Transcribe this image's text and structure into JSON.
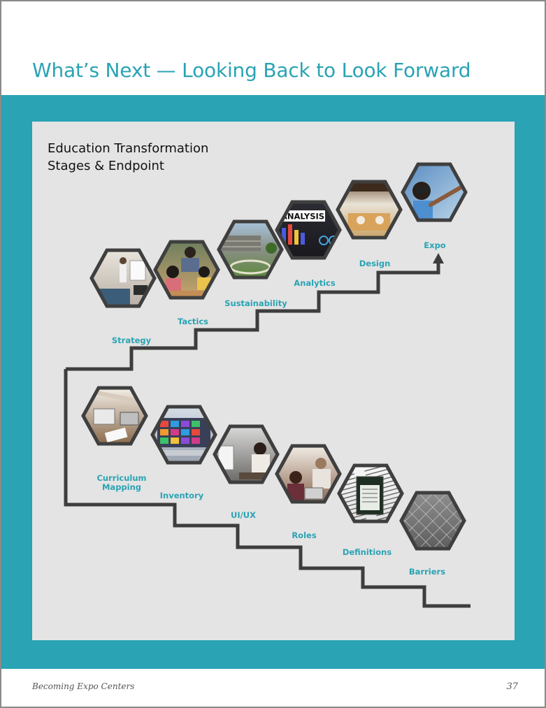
{
  "page": {
    "title": "What’s Next  — Looking Back to Look Forward",
    "footer_text": "Becoming Expo Centers",
    "page_number": "37"
  },
  "diagram": {
    "heading_line1": "Education Transformation",
    "heading_line2": "Stages & Endpoint",
    "upper_stages": [
      {
        "label": "Strategy",
        "icon": "strategy-meeting-photo"
      },
      {
        "label": "Tactics",
        "icon": "teacher-children-photo"
      },
      {
        "label": "Sustainability",
        "icon": "campus-building-photo"
      },
      {
        "label": "Analytics",
        "icon": "analysis-dashboard-photo"
      },
      {
        "label": "Design",
        "icon": "learning-space-photo"
      },
      {
        "label": "Expo",
        "icon": "vr-headset-child-photo"
      }
    ],
    "lower_stages": [
      {
        "label_line1": "Curriculum",
        "label_line2": "Mapping",
        "icon": "curriculum-desk-photo"
      },
      {
        "label_line1": "Inventory",
        "label_line2": "",
        "icon": "app-tiles-screen-photo"
      },
      {
        "label_line1": "UI/UX",
        "label_line2": "",
        "icon": "woman-at-computer-photo"
      },
      {
        "label_line1": "Roles",
        "label_line2": "",
        "icon": "mentor-student-photo"
      },
      {
        "label_line1": "Definitions",
        "label_line2": "",
        "icon": "documents-photo"
      },
      {
        "label_line1": "Barriers",
        "label_line2": "",
        "icon": "chain-link-fence-photo"
      }
    ],
    "overlay_text": {
      "analysis_banner": "ANALYSIS"
    }
  },
  "colors": {
    "accent": "#2aa3b4",
    "panel": "#e4e4e4",
    "staircase": "#3d3d3d",
    "hex_border": "#3f3f3f"
  }
}
